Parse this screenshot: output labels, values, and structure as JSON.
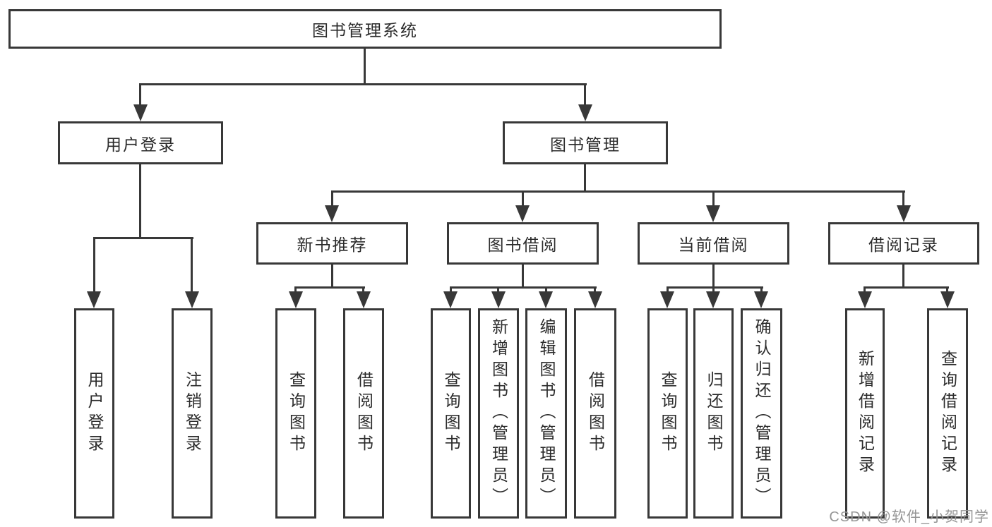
{
  "tree": {
    "label": "图书管理系统",
    "children": [
      {
        "label": "用户登录",
        "children": [
          {
            "label": "用户登录"
          },
          {
            "label": "注销登录"
          }
        ]
      },
      {
        "label": "图书管理",
        "children": [
          {
            "label": "新书推荐",
            "children": [
              {
                "label": "查询图书"
              },
              {
                "label": "借阅图书"
              }
            ]
          },
          {
            "label": "图书借阅",
            "children": [
              {
                "label": "查询图书"
              },
              {
                "label": "新增图书（管理员）"
              },
              {
                "label": "编辑图书（管理员）"
              },
              {
                "label": "借阅图书"
              }
            ]
          },
          {
            "label": "当前借阅",
            "children": [
              {
                "label": "查询图书"
              },
              {
                "label": "归还图书"
              },
              {
                "label": "确认归还（管理员）"
              }
            ]
          },
          {
            "label": "借阅记录",
            "children": [
              {
                "label": "新增借阅记录"
              },
              {
                "label": "查询借阅记录"
              }
            ]
          }
        ]
      }
    ]
  },
  "watermark": "CSDN @软件_小贺同学",
  "colors": {
    "line": "#383838",
    "text": "#2b2b2b",
    "watermark": "#959595",
    "background": "#ffffff"
  }
}
